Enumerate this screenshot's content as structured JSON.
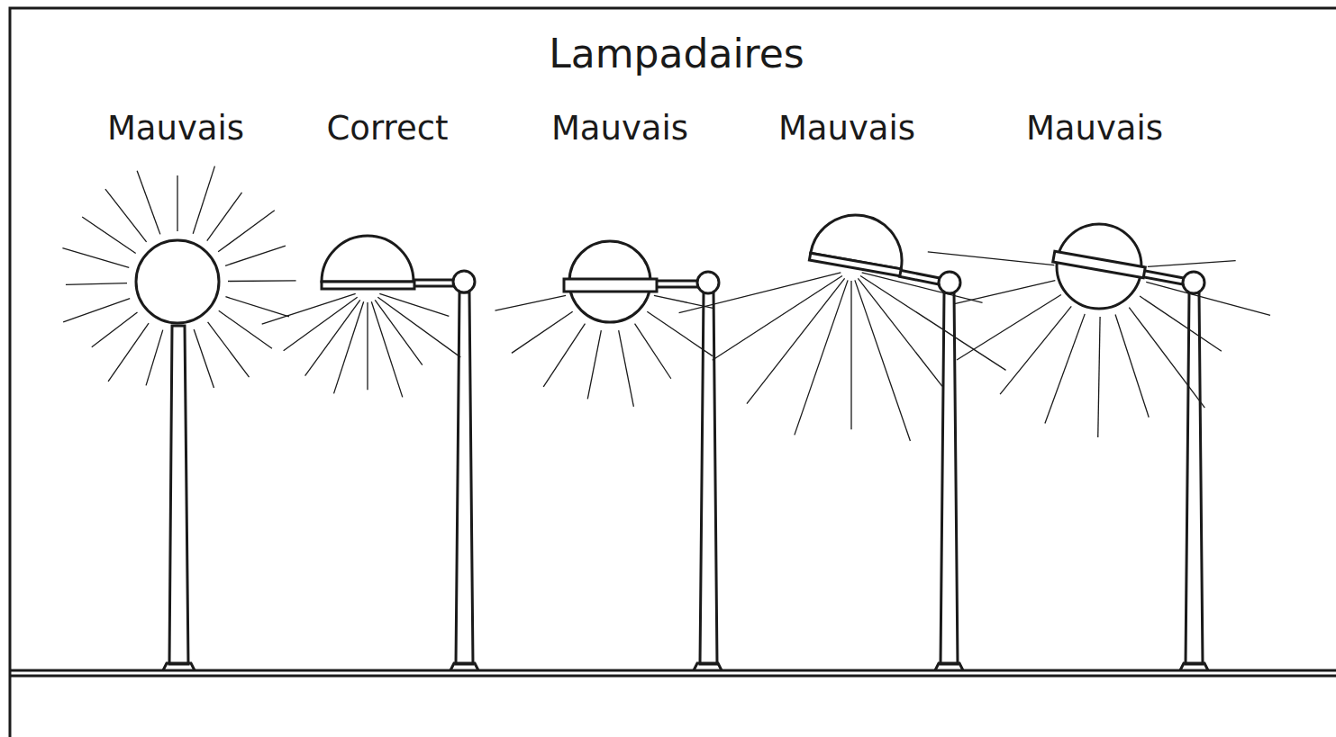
{
  "diagram": {
    "title": "Lampadaires",
    "labels": [
      "Mauvais",
      "Correct",
      "Mauvais",
      "Mauvais",
      "Mauvais"
    ]
  }
}
